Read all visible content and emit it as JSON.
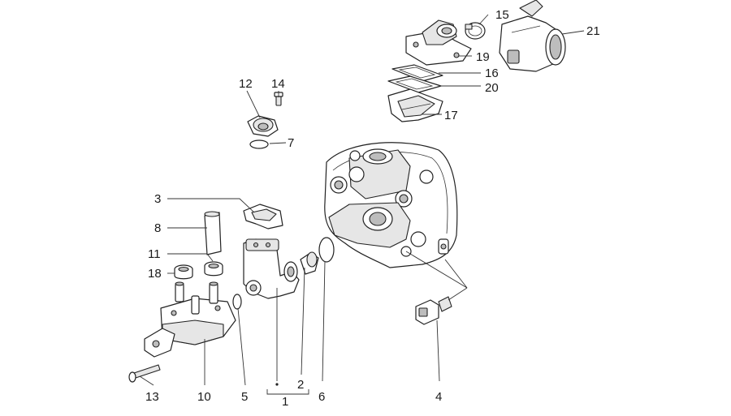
{
  "diagram": {
    "callouts": {
      "c1": "1",
      "c2": "2",
      "c3": "3",
      "c4": "4",
      "c5": "5",
      "c6": "6",
      "c7": "7",
      "c8": "8",
      "c10": "10",
      "c11": "11",
      "c12": "12",
      "c13": "13",
      "c14": "14",
      "c15": "15",
      "c16": "16",
      "c17": "17",
      "c18": "18",
      "c19": "19",
      "c20": "20",
      "c21": "21"
    }
  }
}
